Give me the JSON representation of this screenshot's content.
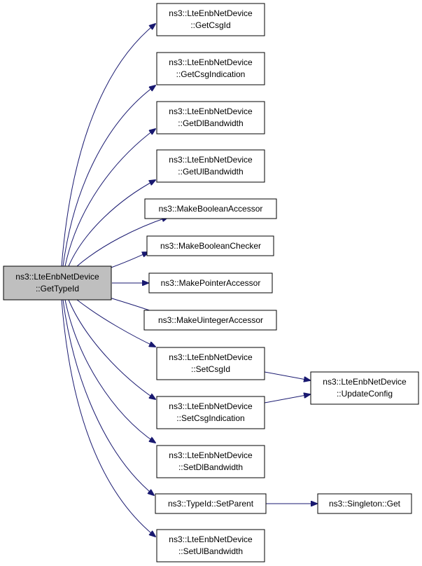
{
  "diagram": {
    "root": {
      "line1": "ns3::LteEnbNetDevice",
      "line2": "::GetTypeId"
    },
    "nodes": {
      "get_csg_id": {
        "line1": "ns3::LteEnbNetDevice",
        "line2": "::GetCsgId"
      },
      "get_csg_indication": {
        "line1": "ns3::LteEnbNetDevice",
        "line2": "::GetCsgIndication"
      },
      "get_dl_bandwidth": {
        "line1": "ns3::LteEnbNetDevice",
        "line2": "::GetDlBandwidth"
      },
      "get_ul_bandwidth": {
        "line1": "ns3::LteEnbNetDevice",
        "line2": "::GetUlBandwidth"
      },
      "make_boolean_accessor": {
        "label": "ns3::MakeBooleanAccessor"
      },
      "make_boolean_checker": {
        "label": "ns3::MakeBooleanChecker"
      },
      "make_pointer_accessor": {
        "label": "ns3::MakePointerAccessor"
      },
      "make_uinteger_accessor": {
        "label": "ns3::MakeUintegerAccessor"
      },
      "set_csg_id": {
        "line1": "ns3::LteEnbNetDevice",
        "line2": "::SetCsgId"
      },
      "set_csg_indication": {
        "line1": "ns3::LteEnbNetDevice",
        "line2": "::SetCsgIndication"
      },
      "set_dl_bandwidth": {
        "line1": "ns3::LteEnbNetDevice",
        "line2": "::SetDlBandwidth"
      },
      "typeid_set_parent": {
        "label": "ns3::TypeId::SetParent"
      },
      "set_ul_bandwidth": {
        "line1": "ns3::LteEnbNetDevice",
        "line2": "::SetUlBandwidth"
      },
      "update_config": {
        "line1": "ns3::LteEnbNetDevice",
        "line2": "::UpdateConfig"
      },
      "singleton_get": {
        "label": "ns3::Singleton::Get"
      }
    },
    "colors": {
      "edge": "#191970",
      "root_fill": "#bfbfbf",
      "node_fill": "#ffffff",
      "border": "#000000"
    }
  }
}
